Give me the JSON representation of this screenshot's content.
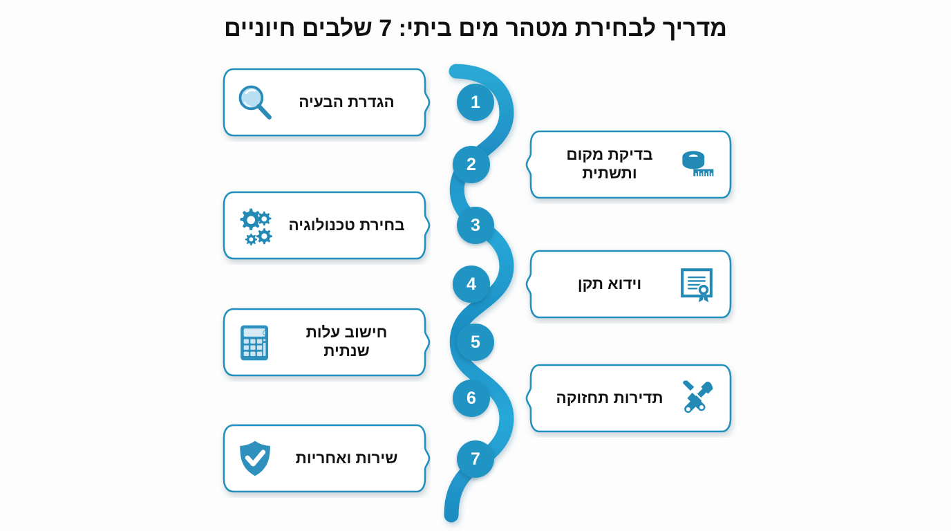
{
  "page": {
    "title": "מדריך לבחירת מטהר מים ביתי: 7 שלבים חיוניים",
    "background_color": "#fdfdfd",
    "accent_color": "#2095c4",
    "ribbon_color": "#1f9fd8",
    "icon_color": "#2389b5",
    "text_color": "#111111"
  },
  "steps": [
    {
      "number": "1",
      "label": "הגדרת הבעיה",
      "icon": "magnifier-icon",
      "side": "left"
    },
    {
      "number": "2",
      "label": "בדיקת מקום\nותשתית",
      "line1": "בדיקת מקום",
      "line2": "ותשתית",
      "icon": "measuring-tape-icon",
      "side": "right"
    },
    {
      "number": "3",
      "label": "בחירת טכנולוגיה",
      "icon": "gears-icon",
      "side": "left"
    },
    {
      "number": "4",
      "label": "וידוא תקן",
      "icon": "certificate-icon",
      "side": "right"
    },
    {
      "number": "5",
      "label": "חישוב עלות שנתית",
      "icon": "calculator-icon",
      "side": "left"
    },
    {
      "number": "6",
      "label": "תדירות תחזוקה",
      "icon": "tools-icon",
      "side": "right"
    },
    {
      "number": "7",
      "label": "שירות ואחריות",
      "icon": "shield-check-icon",
      "side": "left"
    }
  ]
}
